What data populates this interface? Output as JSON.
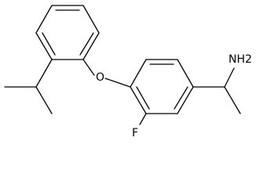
{
  "molecule": {
    "labels": {
      "oxygen": "O",
      "fluorine": "F",
      "amine": "NH2"
    }
  }
}
